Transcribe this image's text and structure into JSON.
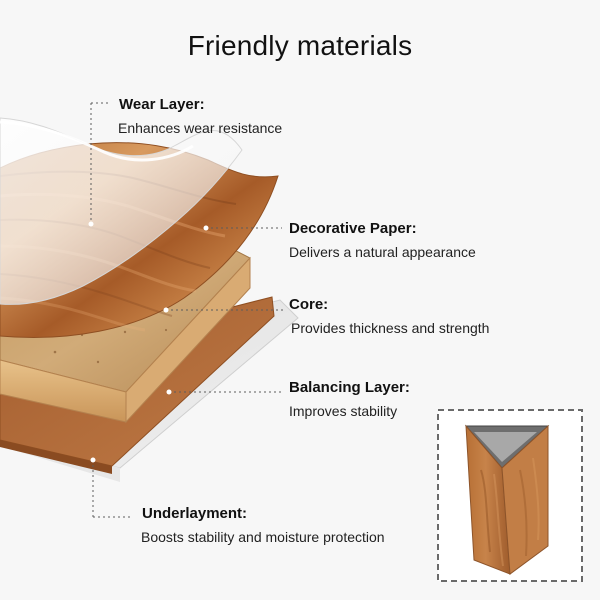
{
  "page": {
    "title": "Friendly materials"
  },
  "layers": [
    {
      "id": "wear_layer",
      "heading": "Wear Layer:",
      "description": "Enhances wear resistance"
    },
    {
      "id": "decorative_paper",
      "heading": "Decorative Paper:",
      "description": "Delivers a natural appearance"
    },
    {
      "id": "core",
      "heading": "Core:",
      "description": "Provides thickness and strength"
    },
    {
      "id": "balancing_layer",
      "heading": "Balancing Layer:",
      "description": "Improves stability"
    },
    {
      "id": "underlayment",
      "heading": "Underlayment:",
      "description": "Boosts stability and moisture protection"
    }
  ],
  "colors": {
    "background": "#f7f7f7",
    "wood_light": "#c98d55",
    "wood_dark": "#8f4f22",
    "core": "#c8a16d",
    "balancing": "#b06d3d",
    "underlayment": "#d8d8d8",
    "detail_frame": "#6a6a6a"
  }
}
